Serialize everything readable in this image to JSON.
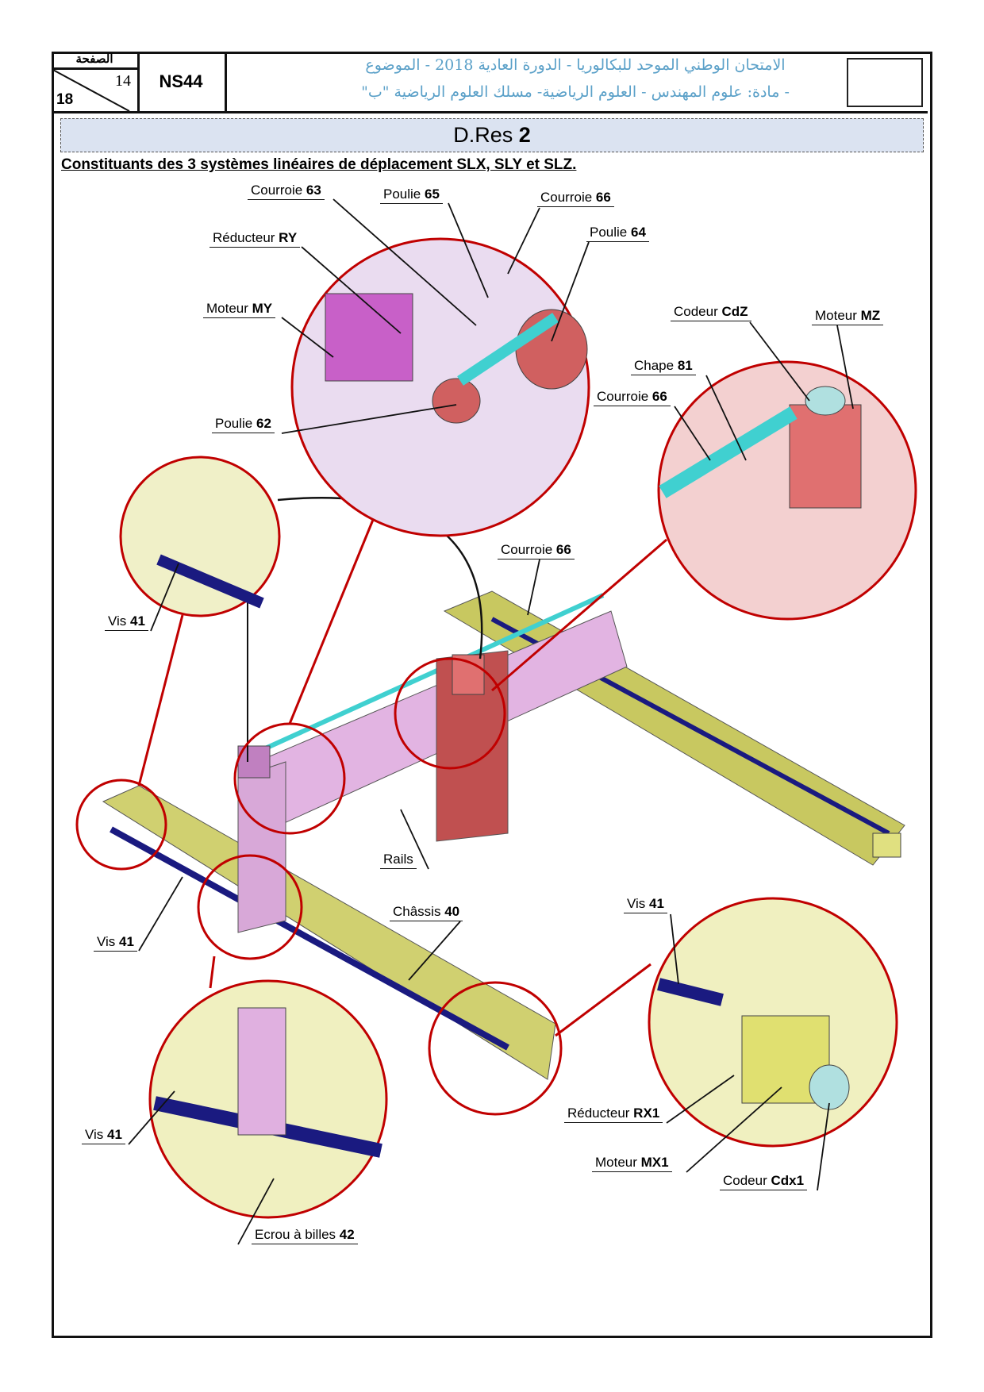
{
  "header": {
    "page_label": "الصفحة",
    "page_current": "14",
    "page_total": "18",
    "exam_code": "NS44",
    "arabic_line1": "الامتحان الوطني الموحد للبكالوريا - الدورة العادية 2018 - الموضوع",
    "arabic_line2": "- مادة: علوم المهندس - العلوم الرياضية- مسلك العلوم الرياضية \"ب\""
  },
  "title": {
    "prefix": "D.Res ",
    "number": "2"
  },
  "subtitle": "Constituants des 3 systèmes linéaires de déplacement SLX, SLY et SLZ.",
  "labels": [
    {
      "text": "Courroie ",
      "ref": "63"
    },
    {
      "text": "Poulie ",
      "ref": "65"
    },
    {
      "text": "Courroie ",
      "ref": "66"
    },
    {
      "text": "Poulie ",
      "ref": "64"
    },
    {
      "text": "Réducteur ",
      "ref": "RY"
    },
    {
      "text": "Moteur ",
      "ref": "MY"
    },
    {
      "text": "Codeur ",
      "ref": "CdZ"
    },
    {
      "text": "Moteur ",
      "ref": "MZ"
    },
    {
      "text": "Chape ",
      "ref": "81"
    },
    {
      "text": "Courroie ",
      "ref": "66"
    },
    {
      "text": "Poulie ",
      "ref": "62"
    },
    {
      "text": "Courroie ",
      "ref": "66"
    },
    {
      "text": "Vis ",
      "ref": "41"
    },
    {
      "text": "Rails",
      "ref": ""
    },
    {
      "text": "Vis ",
      "ref": "41"
    },
    {
      "text": "Châssis ",
      "ref": "40"
    },
    {
      "text": "Vis ",
      "ref": "41"
    },
    {
      "text": "Vis ",
      "ref": "41"
    },
    {
      "text": "Réducteur ",
      "ref": "RX1"
    },
    {
      "text": "Moteur ",
      "ref": "MX1"
    },
    {
      "text": "Codeur ",
      "ref": "Cdx1"
    },
    {
      "text": "Ecrou à billes ",
      "ref": "42"
    }
  ],
  "colors": {
    "callout": "#c00000",
    "rail": "#d8d878",
    "carriage": "#e6b8e6",
    "belt": "#40d0d0",
    "screw": "#1a1a80",
    "motor_z": "#e07070"
  }
}
